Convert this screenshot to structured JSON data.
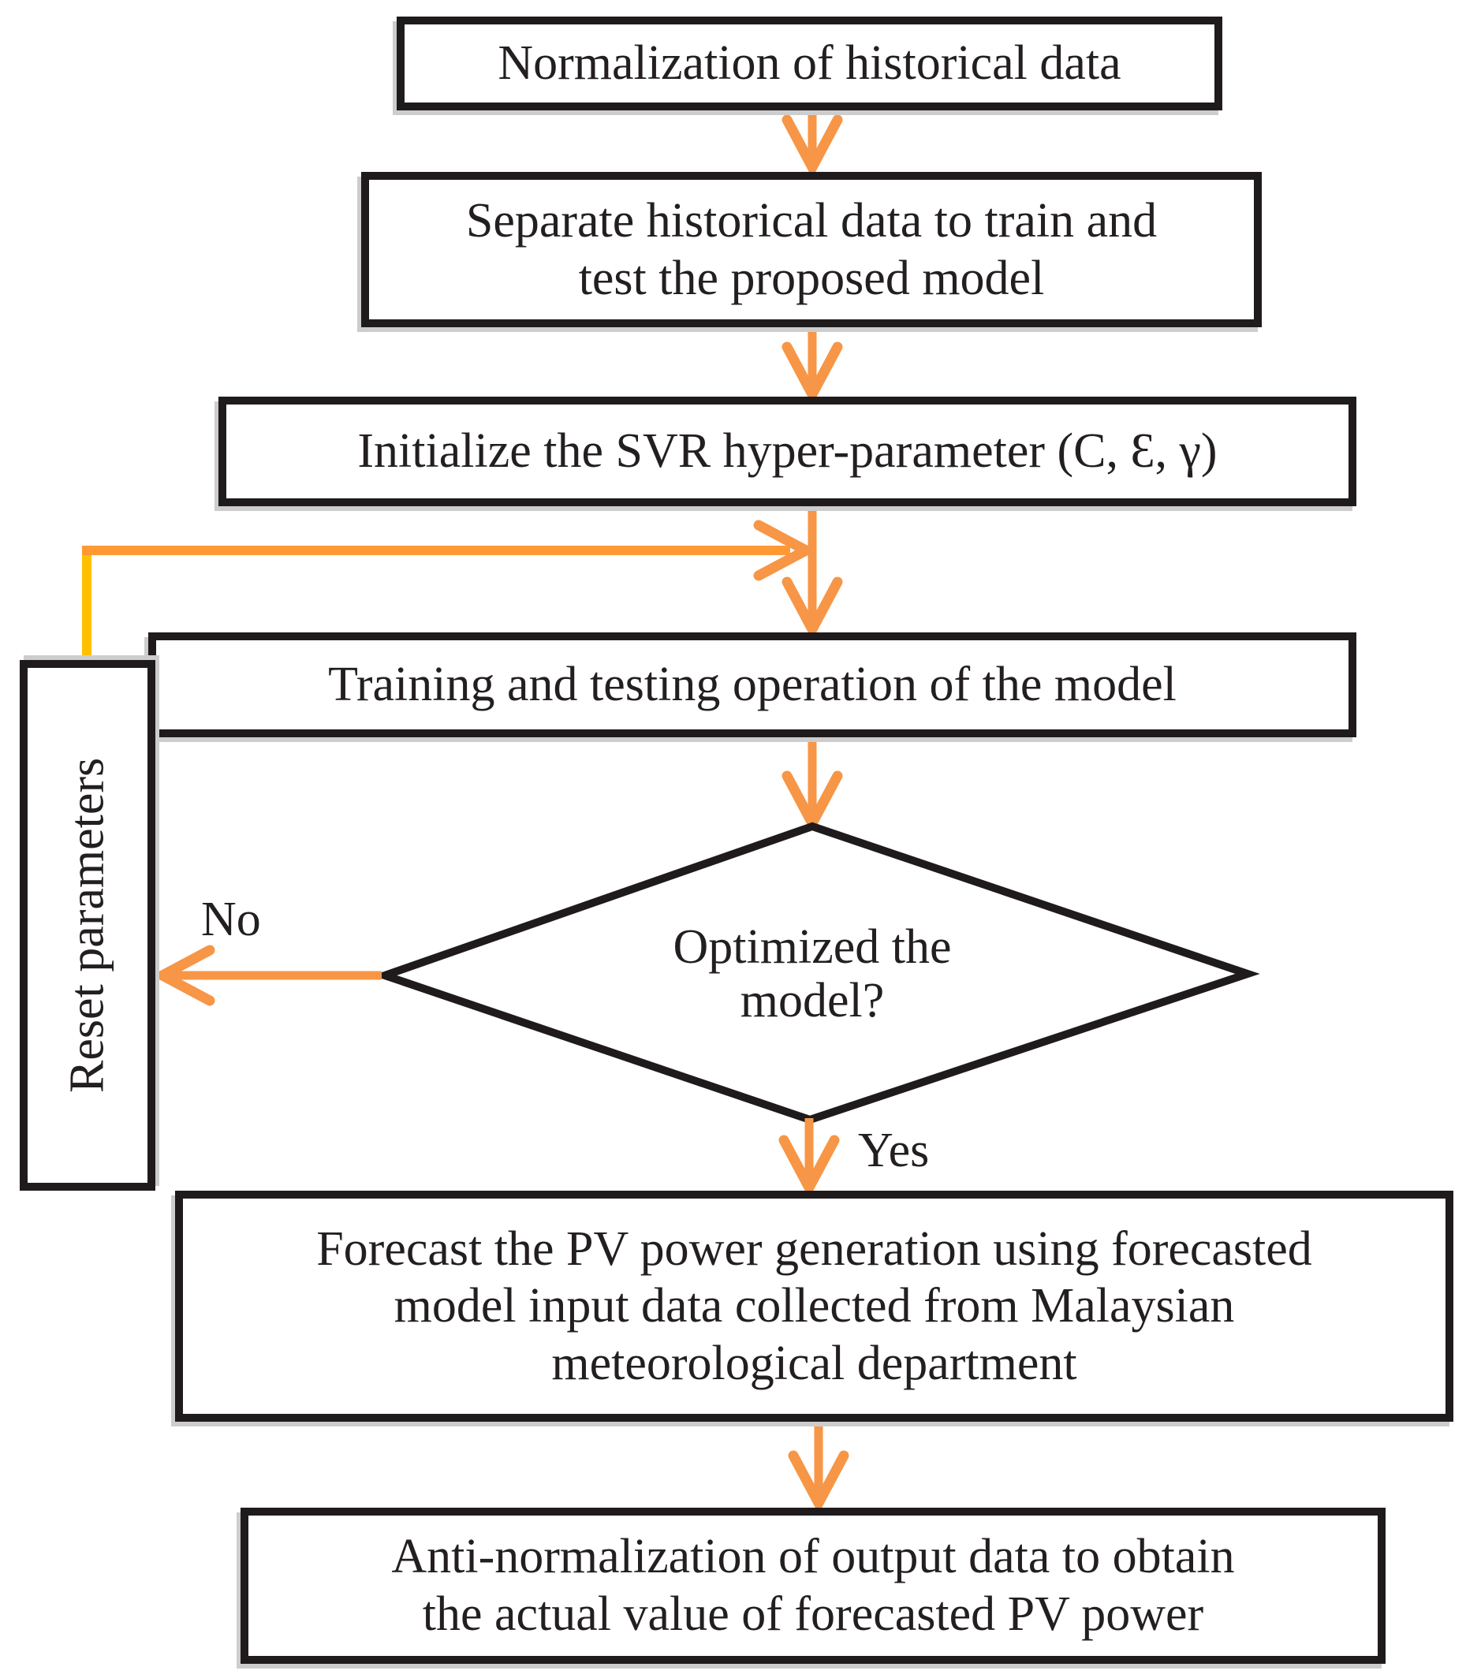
{
  "figure": {
    "type": "flowchart",
    "background": "#ffffff",
    "colors": {
      "box_border": "#1f1b1c",
      "text": "#231f20",
      "arrow_orange": "#f79646",
      "feedback_line_horizontal": "#ff9933",
      "feedback_line_vertical": "#ffc000"
    },
    "nodes": {
      "normalize": {
        "shape": "rect",
        "label": "Normalization of historical data"
      },
      "separate": {
        "shape": "rect",
        "label": "Separate historical data to train and\ntest the proposed model"
      },
      "initialize": {
        "shape": "rect",
        "label": "Initialize the SVR hyper-parameter (C, Ɛ, γ)"
      },
      "train_test": {
        "shape": "rect",
        "label": "Training and testing operation of the model"
      },
      "decision": {
        "shape": "diamond",
        "label": "Optimized the\nmodel?"
      },
      "reset": {
        "shape": "rect",
        "label": "Reset parameters",
        "text_orientation": "vertical-bottom-to-top"
      },
      "forecast": {
        "shape": "rect",
        "label": "Forecast the PV power generation using forecasted\nmodel input data collected from Malaysian\nmeteorological department"
      },
      "anti_normalize": {
        "shape": "rect",
        "label": "Anti-normalization of output data to obtain\nthe actual value of forecasted PV power"
      }
    },
    "edge_labels": {
      "no": "No",
      "yes": "Yes"
    }
  }
}
